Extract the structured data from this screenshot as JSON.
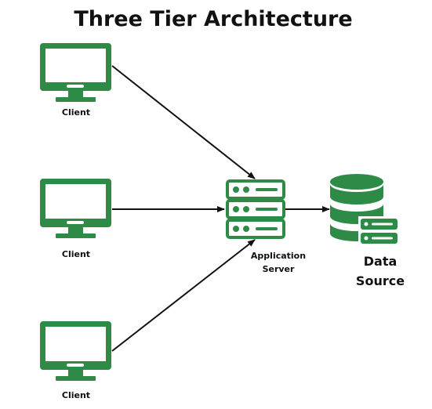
{
  "title": "Three Tier Architecture",
  "clients": [
    {
      "label": "Client"
    },
    {
      "label": "Client"
    },
    {
      "label": "Client"
    }
  ],
  "server": {
    "label_line1": "Application",
    "label_line2": "Server"
  },
  "datasource": {
    "label_line1": "Data",
    "label_line2": "Source"
  },
  "colors": {
    "accent": "#2e8b47",
    "line": "#111111",
    "background": "#ffffff"
  }
}
